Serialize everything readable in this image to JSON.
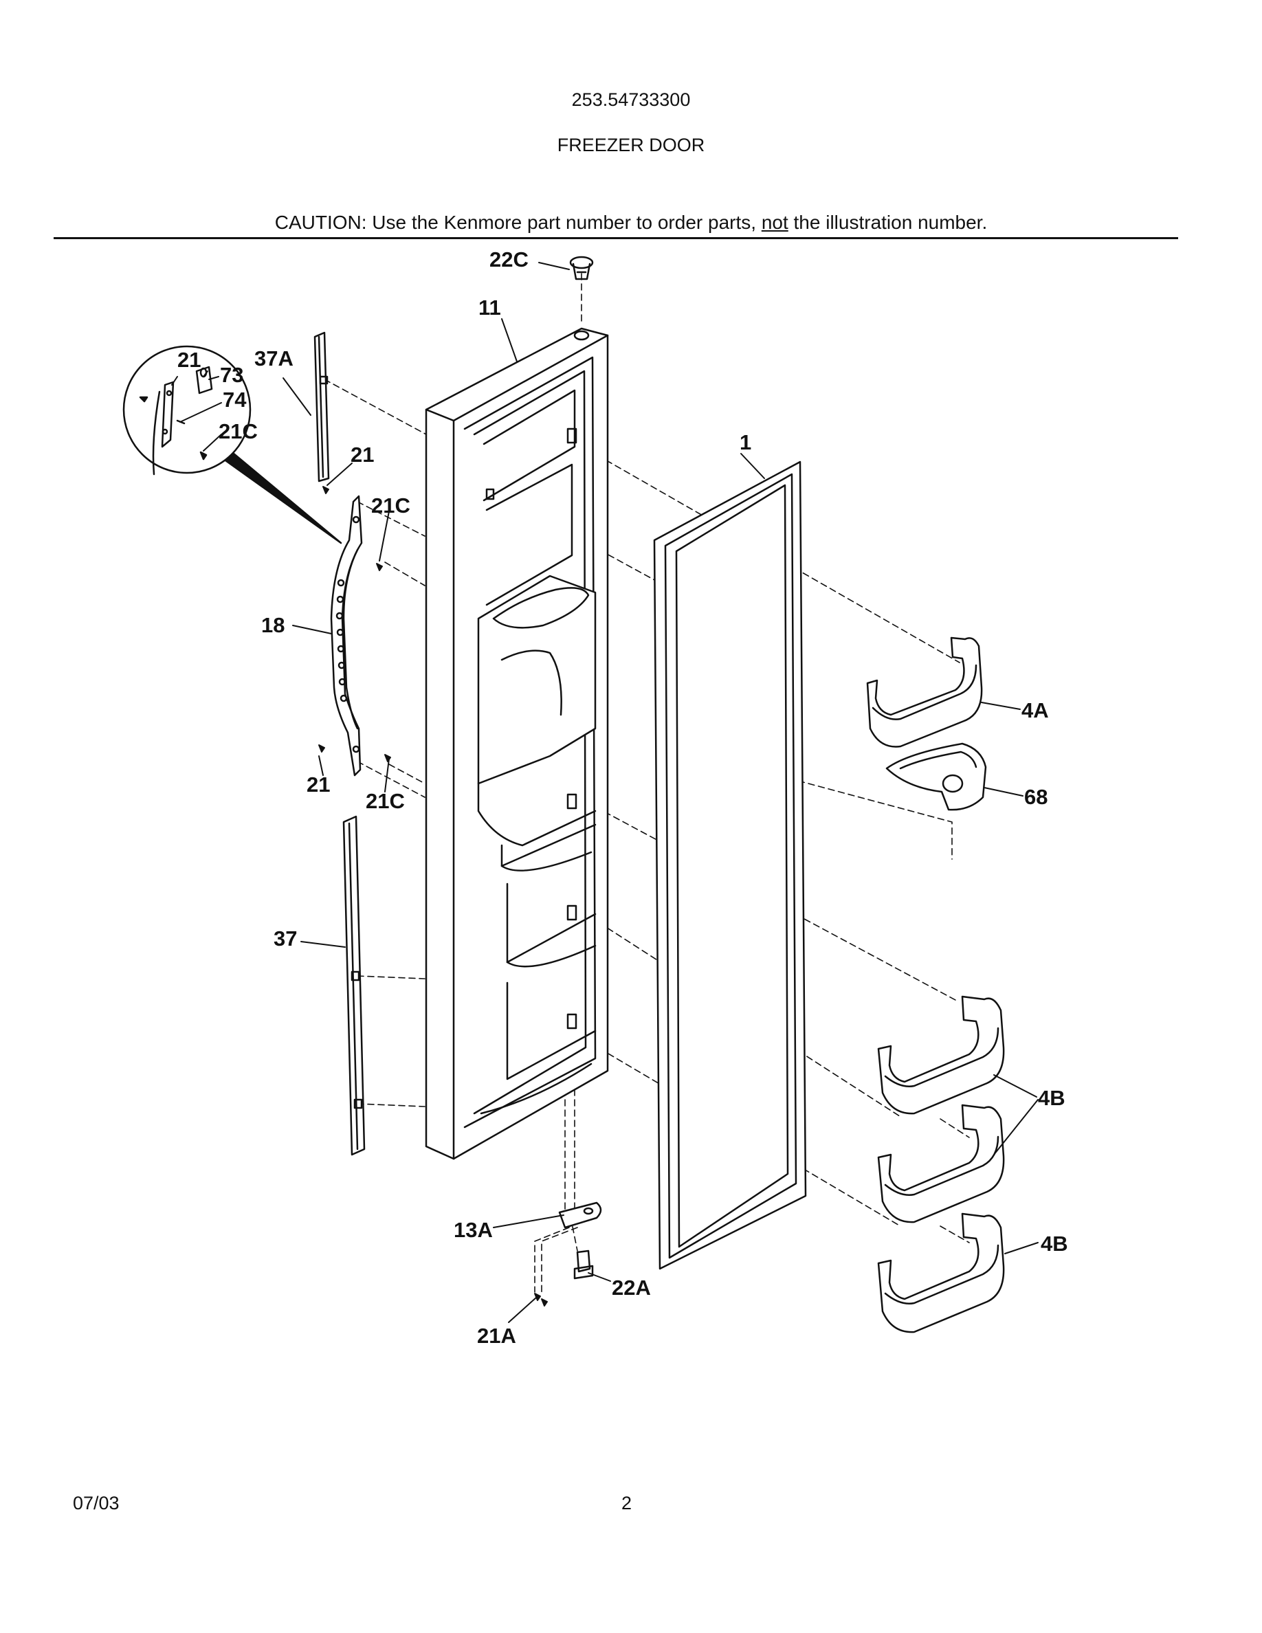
{
  "header": {
    "model": "253.54733300",
    "section": "FREEZER DOOR",
    "caution_pre": "CAUTION: Use the Kenmore part number to order parts, ",
    "caution_not": "not",
    "caution_post": " the illustration number."
  },
  "callouts": {
    "c22C": "22C",
    "c11": "11",
    "c21_detail": "21",
    "c73": "73",
    "c74": "74",
    "c21C_detail": "21C",
    "c37A": "37A",
    "c21_upper": "21",
    "c21C_upper": "21C",
    "c1": "1",
    "c18": "18",
    "c4A": "4A",
    "c68": "68",
    "c21_lower": "21",
    "c21C_lower": "21C",
    "c37": "37",
    "c4B_a": "4B",
    "c4B_b": "4B",
    "c13A": "13A",
    "c22A": "22A",
    "c21A": "21A"
  },
  "footer": {
    "date": "07/03",
    "page": "2"
  }
}
